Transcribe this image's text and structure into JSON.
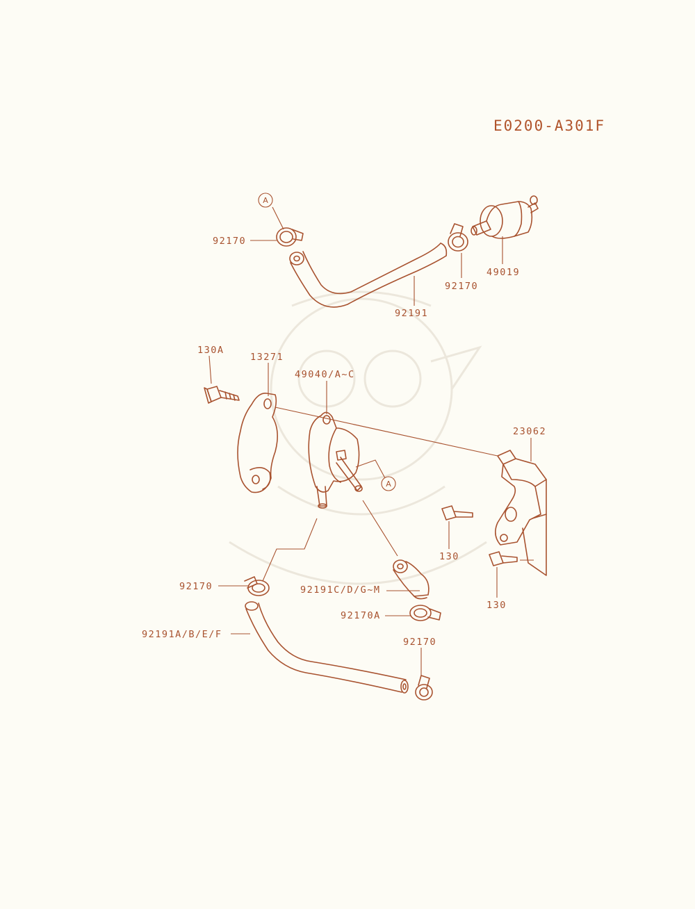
{
  "diagram_code": "E0200-A301F",
  "ref_marker": "A",
  "labels": {
    "clamp_top_left": "92170",
    "clamp_top_right": "92170",
    "fuel_filter": "49019",
    "hose_top": "92191",
    "bolt_top": "130A",
    "bracket_cover": "13271",
    "fuel_pump": "49040/A~C",
    "bracket_right": "23062",
    "bolt_right_upper": "130",
    "bolt_right_lower": "130",
    "clamp_left": "92170",
    "hose_mid": "92191C/D/G~M",
    "clamp_mid": "92170A",
    "clamp_bottom": "92170",
    "hose_bottom": "92191A/B/E/F"
  },
  "colors": {
    "line": "#a8522f",
    "background": "#fdfcf5",
    "watermark": "#ece7dc"
  }
}
